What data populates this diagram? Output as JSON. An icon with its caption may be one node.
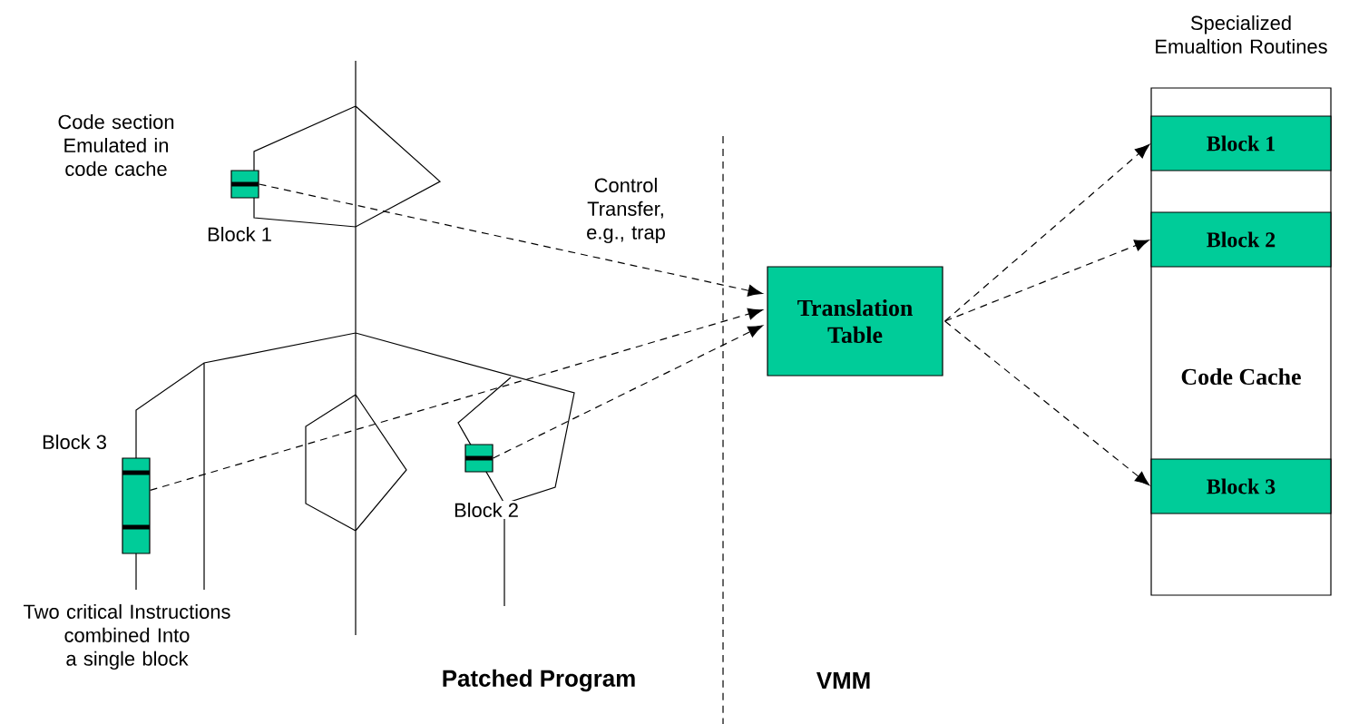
{
  "diagram": {
    "nodes": [
      {
        "text": [
          "Specialized Emualtion Routines",
          "Code Cache"
        ]
      },
      {
        "text": [
          "Block 1"
        ],
        "in": 0
      },
      {
        "text": [
          "Block 2"
        ],
        "in": 0
      },
      {
        "text": [
          "Block 3"
        ],
        "in": 0
      },
      {
        "text": [
          "Translation Table"
        ]
      },
      {
        "text": [],
        "shape": "box",
        "beside": [
          "Code section Emulated in code cache",
          "Block 1"
        ]
      },
      {
        "text": [],
        "shape": "box",
        "beside": [
          "Block 3",
          "Two critical Instructions combined Into a single block"
        ]
      },
      {
        "text": [],
        "shape": "box",
        "beside": [
          "Block 2"
        ]
      }
    ],
    "edges": [
      {
        "from": 5,
        "to": 4,
        "arrow": "to",
        "style": "dashed",
        "label": "Control Transfer, e.g., trap"
      },
      {
        "from": 6,
        "to": 4,
        "arrow": "to",
        "style": "dashed"
      },
      {
        "from": 7,
        "to": 4,
        "arrow": "to",
        "style": "dashed"
      },
      {
        "from": 4,
        "to": 1,
        "arrow": "to",
        "style": "dashed"
      },
      {
        "from": 4,
        "to": 2,
        "arrow": "to",
        "style": "dashed"
      },
      {
        "from": 4,
        "to": 3,
        "arrow": "to",
        "style": "dashed"
      }
    ],
    "labels": [
      "Patched Program",
      "VMM"
    ]
  }
}
